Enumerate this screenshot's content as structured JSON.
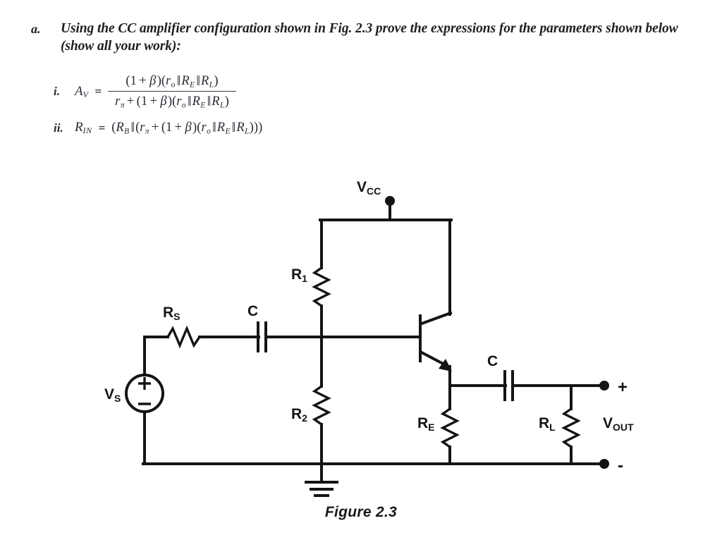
{
  "question": {
    "marker": "a.",
    "text": "Using the CC amplifier configuration shown in Fig. 2.3 prove the expressions for the parameters shown below (show all your work):"
  },
  "formulas": [
    {
      "marker": "i.",
      "lhs_main": "A",
      "lhs_sub": "V",
      "equals": "=",
      "numerator": "(1 + β)(rₒ ‖ Rᴇ ‖ Rʟ)",
      "denominator": "rπ + (1 + β)(rₒ ‖ Rᴇ ‖ Rʟ)"
    },
    {
      "marker": "ii.",
      "lhs_main": "R",
      "lhs_sub": "IN",
      "equals": "=",
      "expression": "(Rʙ ‖ (rπ + (1 + β)(rₒ ‖ Rᴇ ‖ Rʟ)))"
    }
  ],
  "circuit": {
    "caption": "Figure 2.3",
    "labels": {
      "vcc_main": "V",
      "vcc_sub": "CC",
      "r1_main": "R",
      "r1_sub": "1",
      "r2_main": "R",
      "r2_sub": "2",
      "rs_main": "R",
      "rs_sub": "S",
      "re_main": "R",
      "re_sub": "E",
      "rl_main": "R",
      "rl_sub": "L",
      "vs_main": "V",
      "vs_sub": "S",
      "vout_main": "V",
      "vout_sub": "OUT",
      "cap_in": "C",
      "cap_out": "C",
      "source_plus": "+",
      "source_minus": "−",
      "terminal_plus": "+",
      "terminal_minus": "-"
    },
    "components": [
      {
        "name": "vcc-supply-node",
        "type": "supply"
      },
      {
        "name": "resistor-r1",
        "type": "resistor"
      },
      {
        "name": "resistor-r2",
        "type": "resistor"
      },
      {
        "name": "resistor-rs",
        "type": "resistor"
      },
      {
        "name": "resistor-re",
        "type": "resistor"
      },
      {
        "name": "resistor-rl",
        "type": "resistor"
      },
      {
        "name": "capacitor-input",
        "type": "capacitor"
      },
      {
        "name": "capacitor-output",
        "type": "capacitor"
      },
      {
        "name": "transistor-npn",
        "type": "bjt-npn"
      },
      {
        "name": "voltage-source-vs",
        "type": "ac-source"
      },
      {
        "name": "ground",
        "type": "ground"
      },
      {
        "name": "output-terminal-positive",
        "type": "terminal"
      },
      {
        "name": "output-terminal-negative",
        "type": "terminal"
      }
    ]
  },
  "colors": {
    "background": "#ffffff",
    "ink": "#141414",
    "formula_ink": "#2a2a35"
  }
}
